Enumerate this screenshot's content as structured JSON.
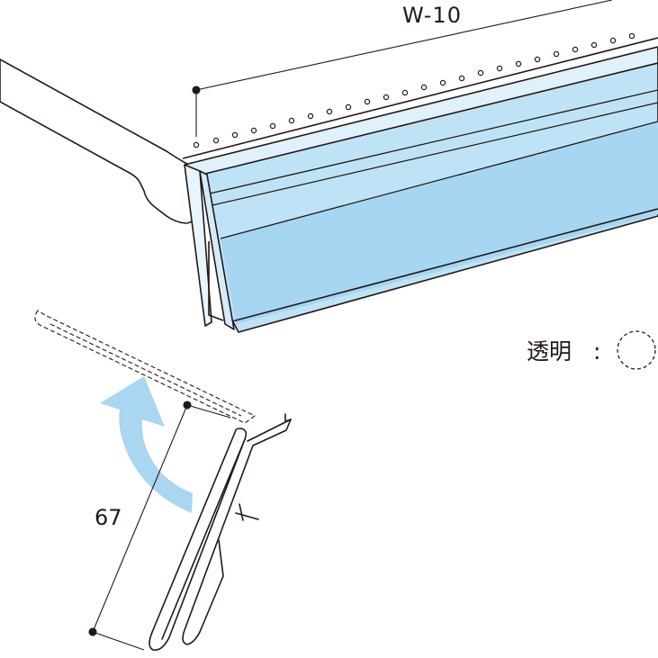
{
  "dimensions": {
    "width_label": "W-10",
    "height_label": "67"
  },
  "legend": {
    "label": "透明",
    "separator": ":"
  },
  "colors": {
    "line": "#231815",
    "panel_fill": "#a8d8f0",
    "panel_light": "#cfeaf8",
    "arrow": "#a9d6f0"
  }
}
